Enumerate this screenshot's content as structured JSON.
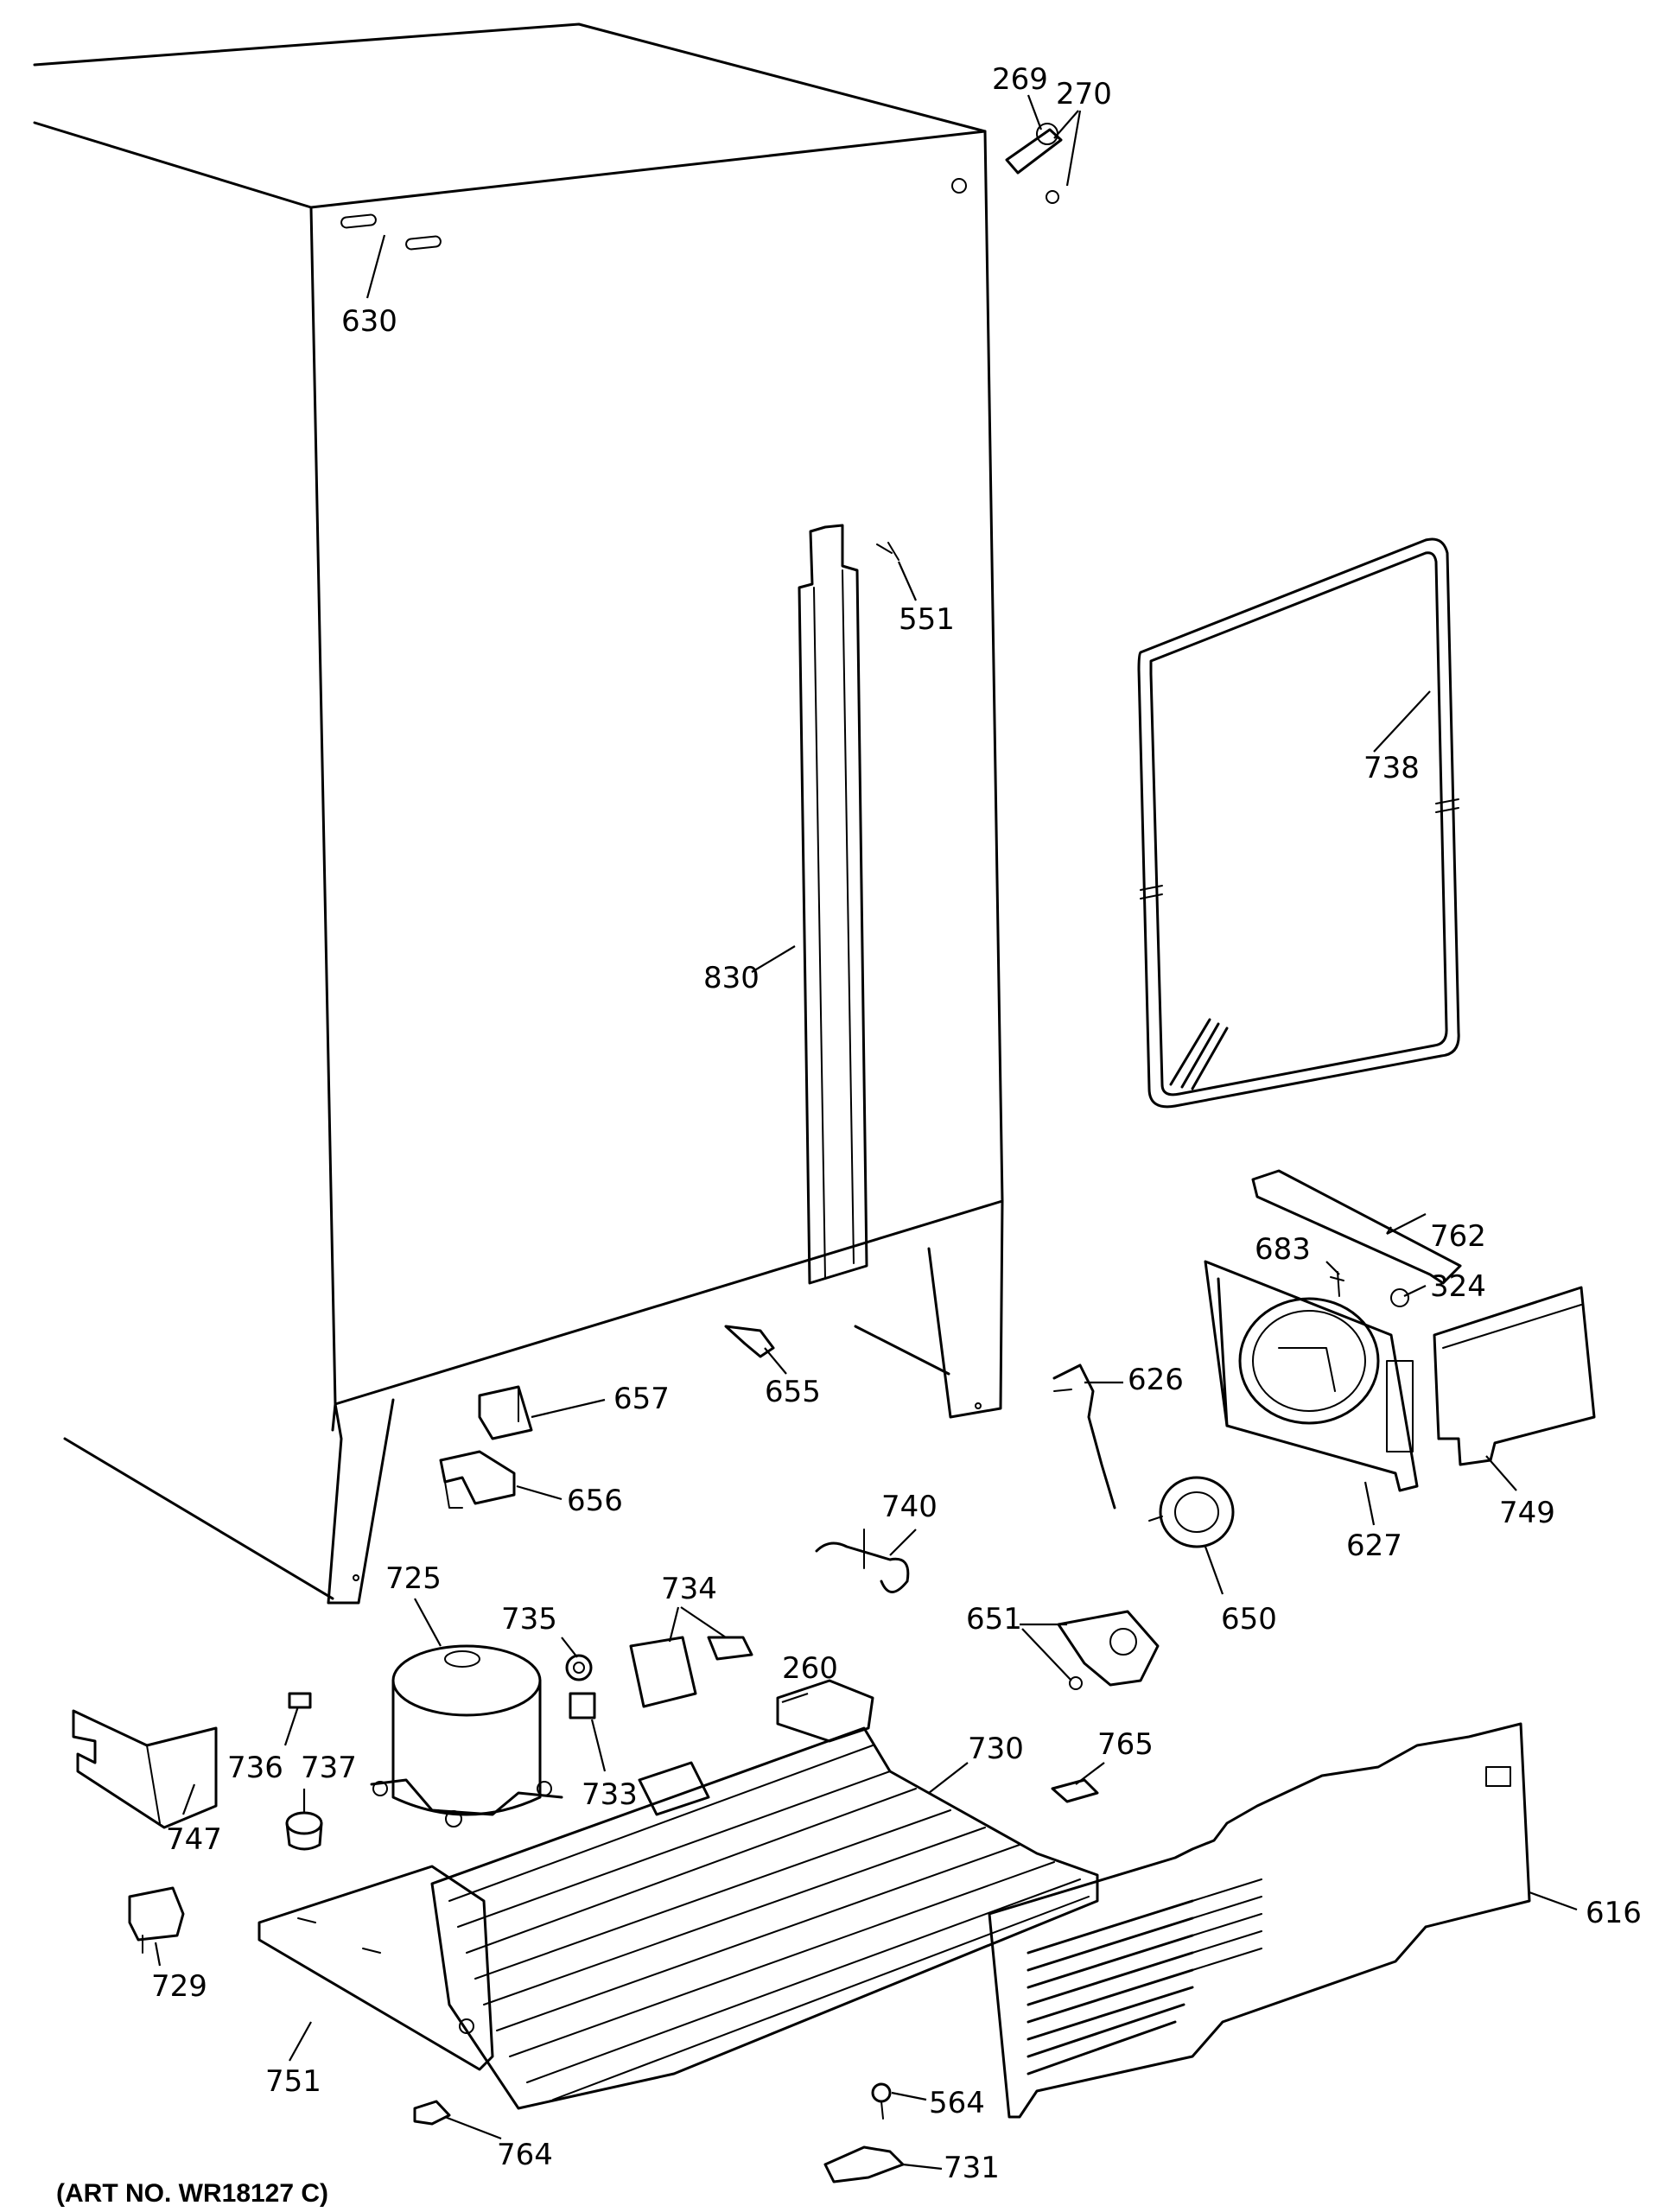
{
  "callouts": {
    "c269": "269",
    "c270": "270",
    "c630": "630",
    "c551": "551",
    "c738": "738",
    "c830": "830",
    "c762": "762",
    "c683": "683",
    "c324": "324",
    "c655": "655",
    "c657": "657",
    "c626": "626",
    "c656": "656",
    "c749": "749",
    "c627": "627",
    "c740": "740",
    "c725": "725",
    "c735": "735",
    "c734": "734",
    "c650": "650",
    "c651": "651",
    "c260": "260",
    "c730": "730",
    "c765": "765",
    "c736": "736",
    "c737": "737",
    "c733": "733",
    "c747": "747",
    "c616": "616",
    "c729": "729",
    "c751": "751",
    "c564": "564",
    "c764": "764",
    "c731": "731"
  },
  "art_number": "(ART NO. WR18127 C)"
}
